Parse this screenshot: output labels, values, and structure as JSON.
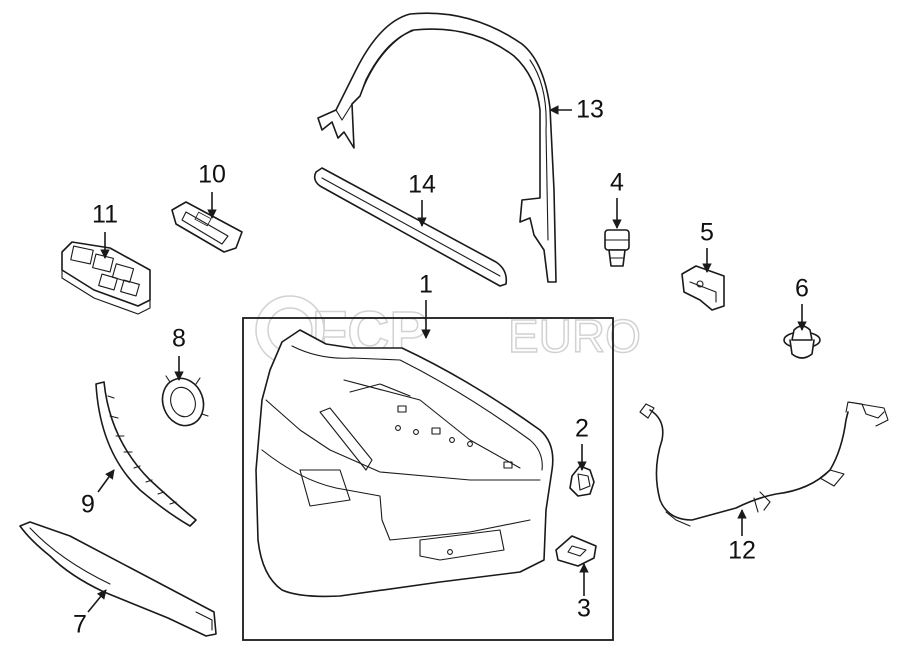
{
  "watermark": {
    "brand": "FCP",
    "suffix": "EURO"
  },
  "colors": {
    "line": "#1a1a1a",
    "background": "#ffffff",
    "watermark": "#d2d2d2"
  },
  "callouts": {
    "c1": "1",
    "c2": "2",
    "c3": "3",
    "c4": "4",
    "c5": "5",
    "c6": "6",
    "c7": "7",
    "c8": "8",
    "c9": "9",
    "c10": "10",
    "c11": "11",
    "c12": "12",
    "c13": "13",
    "c14": "14"
  }
}
